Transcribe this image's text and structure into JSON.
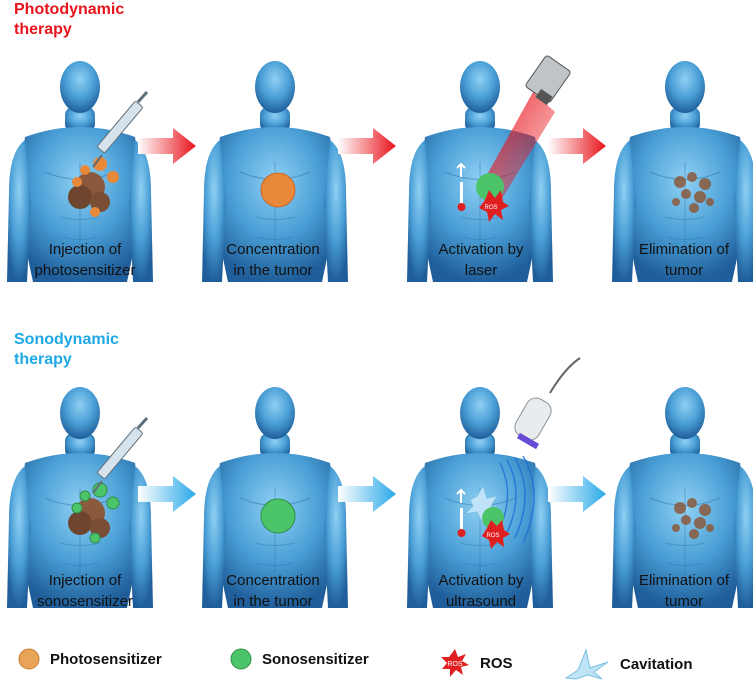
{
  "rows": [
    {
      "title": "Photodynamic\ntherapy",
      "title_color": "#e8141b",
      "arrow_color": "#e8141b",
      "agent_color": "#e8893a",
      "device": "laser",
      "steps": [
        {
          "caption": "Injection of\nphotosensitizer"
        },
        {
          "caption": "Concentration\nin the tumor"
        },
        {
          "caption": "Activation by\nlaser"
        },
        {
          "caption": "Elimination of\ntumor"
        }
      ]
    },
    {
      "title": "Sonodynamic\ntherapy",
      "title_color": "#1ea8e6",
      "arrow_color": "#29a9e8",
      "agent_color": "#4cc46a",
      "device": "ultrasound",
      "steps": [
        {
          "caption": "Injection of\nsonosensitizer"
        },
        {
          "caption": "Concentration\nin the tumor"
        },
        {
          "caption": "Activation by\nultrasound"
        },
        {
          "caption": "Elimination of\ntumor"
        }
      ]
    }
  ],
  "badges": {
    "ros_text": "ROS"
  },
  "legend": [
    {
      "label": "Photosensitizer",
      "icon": "photosensitizer-icon",
      "color": "#e8a55a"
    },
    {
      "label": "Sonosensitizer",
      "icon": "sonosensitizer-icon",
      "color": "#4cc46a"
    },
    {
      "label": "ROS",
      "icon": "ros-icon",
      "color": "#e02020"
    },
    {
      "label": "Cavitation",
      "icon": "cavitation-icon",
      "color": "#9fd4f2"
    }
  ]
}
